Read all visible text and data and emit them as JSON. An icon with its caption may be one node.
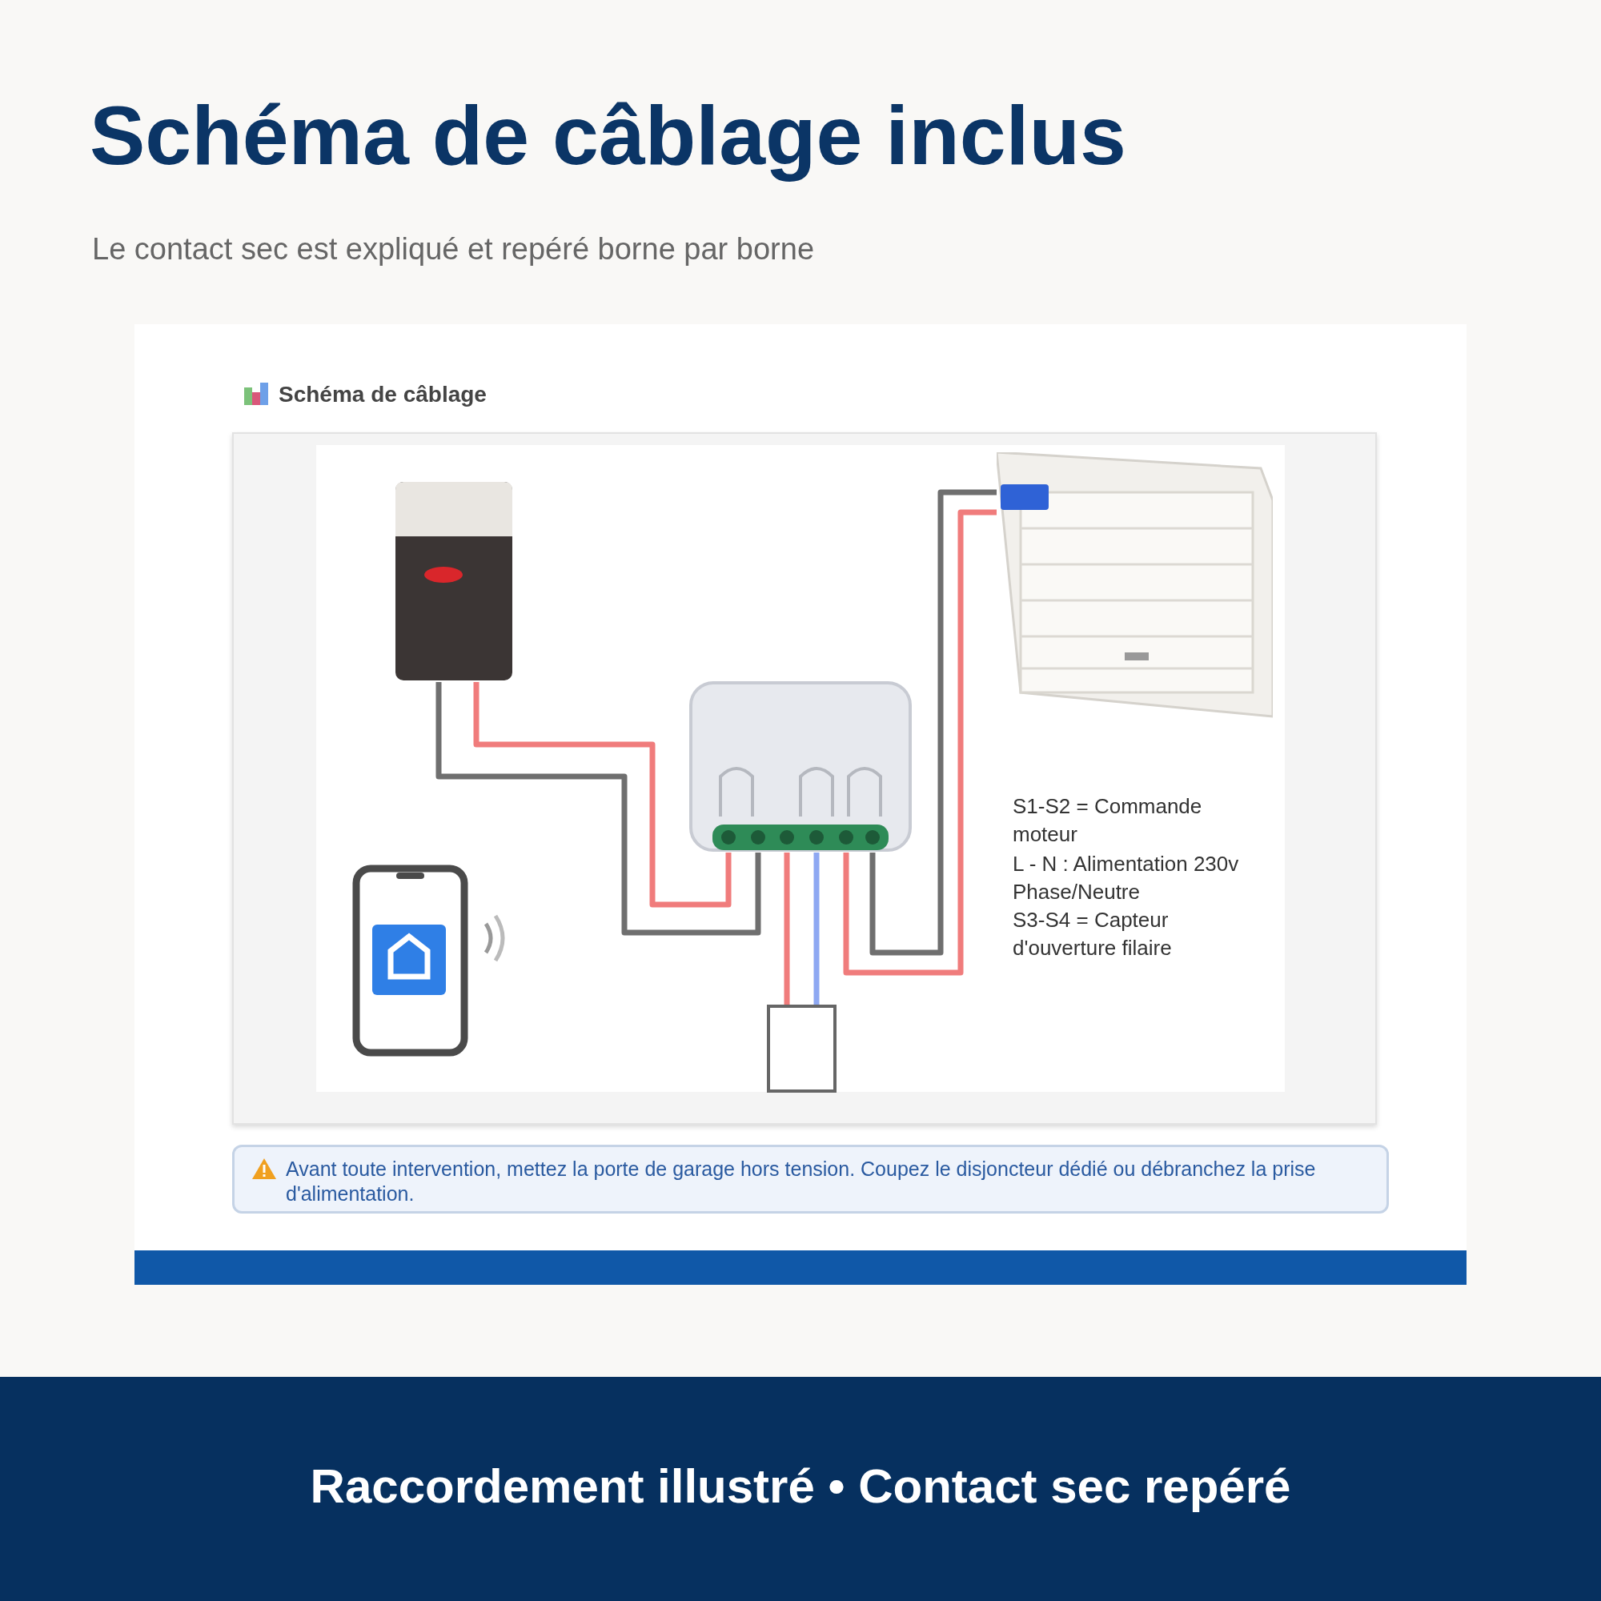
{
  "diagram": {
    "title": "Schéma de câblage inclus",
    "caption": "Raccordement illustré • Contact sec repéré",
    "nodes": [
      {
        "text": [],
        "shape": "picture"
      },
      {
        "text": [],
        "shape": "picture"
      },
      {
        "text": [],
        "shape": "picture"
      },
      {
        "text": [],
        "shape": "box"
      },
      {
        "text": [],
        "shape": "picture"
      },
      {
        "text": [
          "Avant toute intervention, mettez la porte de garage hors tension. Coupez le disjoncteur dédié ou débranchez la prise d'alimentation."
        ]
      },
      {
        "text": [],
        "shape": "bar"
      }
    ],
    "edges": [
      {
        "from": 0,
        "to": 1,
        "arrow": "none",
        "color": "#f07c7c"
      },
      {
        "from": 0,
        "to": 1,
        "arrow": "none",
        "color": "#6f6f6f"
      },
      {
        "from": 1,
        "to": 3,
        "arrow": "none",
        "color": "#f07c7c"
      },
      {
        "from": 1,
        "to": 3,
        "arrow": "none",
        "color": "#8ea8f2"
      },
      {
        "from": 1,
        "to": 2,
        "arrow": "none",
        "color": "#6f6f6f"
      },
      {
        "from": 1,
        "to": 2,
        "arrow": "none",
        "color": "#f07c7c"
      }
    ],
    "labels": [
      "Le contact sec est expliqué et repéré borne par borne",
      "Schéma de câblage",
      "S1-S2 = Commande moteur",
      "L - N : Alimentation 230v Phase/Neutre",
      "S3-S4 = Capteur d'ouverture filaire"
    ]
  }
}
